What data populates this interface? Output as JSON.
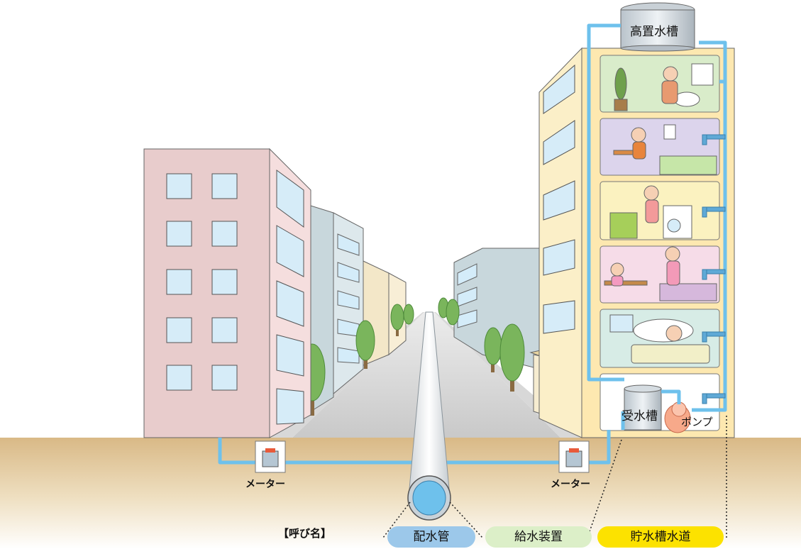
{
  "labels": {
    "elevated_tank": "高置水槽",
    "receiving_tank": "受水槽",
    "pump": "ポンプ",
    "meter_left": "メーター",
    "meter_right": "メーター",
    "name_heading": "【呼び名】"
  },
  "categories": [
    {
      "label": "配水管",
      "color": "#9cc8ea"
    },
    {
      "label": "給水装置",
      "color": "#dcefc8"
    },
    {
      "label": "貯水槽水道",
      "color": "#fce200"
    }
  ],
  "colors": {
    "water_pipe": "#6ec1ec",
    "ground": "#e3c998",
    "sky": "#ffffff",
    "building_pink": "#e8cccc",
    "building_cream": "#fdf0c4"
  }
}
